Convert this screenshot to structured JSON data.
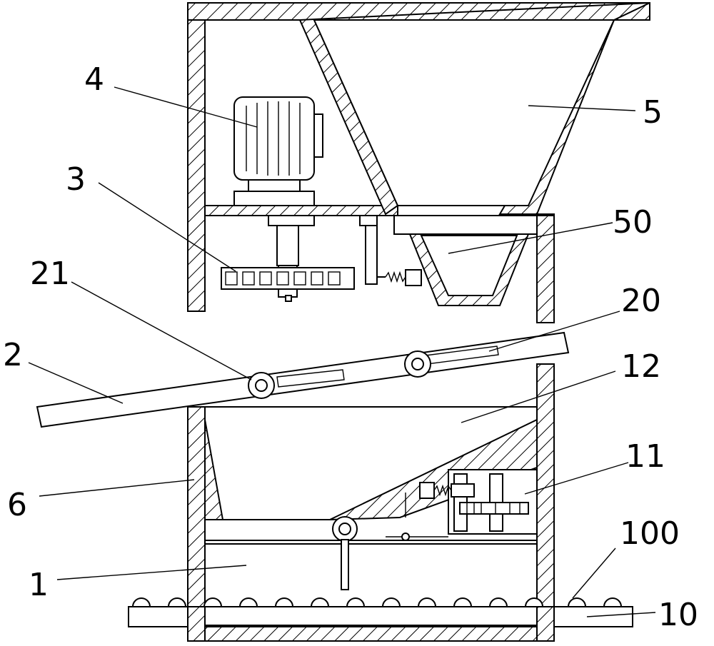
{
  "labels": {
    "motor": "4",
    "hopper": "5",
    "gear_rack": "3",
    "discharge_funnel": "50",
    "roller_axis": "21",
    "slot": "20",
    "inclined_plate": "2",
    "chamber": "12",
    "drive_gear": "11",
    "frame_wall": "6",
    "base_box": "1",
    "rollers": "100",
    "conveyor": "10"
  }
}
